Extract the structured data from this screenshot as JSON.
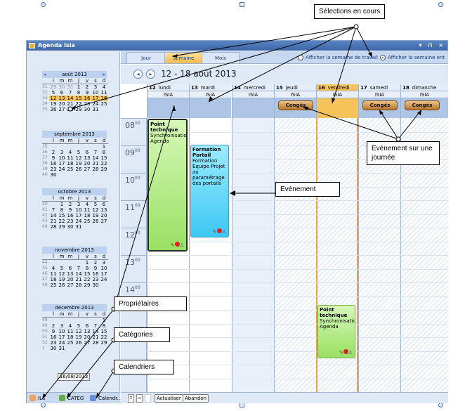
{
  "window": {
    "title": "Agenda Isia",
    "controls": "▾ ⊓ ×"
  },
  "months": [
    {
      "name": "août 2013",
      "weekdays": [
        "l",
        "m",
        "m",
        "j",
        "v",
        "s",
        "d"
      ],
      "rows": [
        {
          "w": "31",
          "d": [
            [
              "29",
              "g"
            ],
            [
              "30",
              "g"
            ],
            [
              "31",
              "g"
            ],
            [
              "1",
              ""
            ],
            [
              "2",
              ""
            ],
            [
              "3",
              ""
            ],
            [
              "4",
              ""
            ]
          ]
        },
        {
          "w": "32",
          "d": [
            [
              "5",
              ""
            ],
            [
              "6",
              ""
            ],
            [
              "7",
              ""
            ],
            [
              "8",
              ""
            ],
            [
              "9",
              ""
            ],
            [
              "10",
              ""
            ],
            [
              "11",
              ""
            ]
          ]
        },
        {
          "w": "33",
          "d": [
            [
              "12",
              "s"
            ],
            [
              "13",
              "s"
            ],
            [
              "14",
              "s"
            ],
            [
              "15",
              "s"
            ],
            [
              "16",
              "s"
            ],
            [
              "17",
              "s"
            ],
            [
              "18",
              "s"
            ]
          ]
        },
        {
          "w": "34",
          "d": [
            [
              "19",
              ""
            ],
            [
              "20",
              ""
            ],
            [
              "21",
              ""
            ],
            [
              "22",
              ""
            ],
            [
              "23",
              ""
            ],
            [
              "24",
              ""
            ],
            [
              "25",
              ""
            ]
          ]
        },
        {
          "w": "35",
          "d": [
            [
              "26",
              ""
            ],
            [
              "27",
              ""
            ],
            [
              "28",
              ""
            ],
            [
              "29",
              ""
            ],
            [
              "30",
              ""
            ],
            [
              "31",
              ""
            ],
            [
              "",
              ""
            ]
          ]
        }
      ]
    },
    {
      "name": "septembre 2013",
      "weekdays": [
        "l",
        "m",
        "m",
        "j",
        "v",
        "s",
        "d"
      ],
      "rows": [
        {
          "w": "35",
          "d": [
            [
              "",
              ""
            ],
            [
              "",
              ""
            ],
            [
              "",
              ""
            ],
            [
              "",
              ""
            ],
            [
              "",
              ""
            ],
            [
              "",
              ""
            ],
            [
              "1",
              ""
            ]
          ]
        },
        {
          "w": "36",
          "d": [
            [
              "2",
              ""
            ],
            [
              "3",
              ""
            ],
            [
              "4",
              ""
            ],
            [
              "5",
              ""
            ],
            [
              "6",
              ""
            ],
            [
              "7",
              ""
            ],
            [
              "8",
              ""
            ]
          ]
        },
        {
          "w": "37",
          "d": [
            [
              "9",
              ""
            ],
            [
              "10",
              ""
            ],
            [
              "11",
              ""
            ],
            [
              "12",
              ""
            ],
            [
              "13",
              ""
            ],
            [
              "14",
              ""
            ],
            [
              "15",
              ""
            ]
          ]
        },
        {
          "w": "38",
          "d": [
            [
              "16",
              ""
            ],
            [
              "17",
              ""
            ],
            [
              "18",
              ""
            ],
            [
              "19",
              ""
            ],
            [
              "20",
              ""
            ],
            [
              "21",
              ""
            ],
            [
              "22",
              ""
            ]
          ]
        },
        {
          "w": "39",
          "d": [
            [
              "23",
              ""
            ],
            [
              "24",
              ""
            ],
            [
              "25",
              ""
            ],
            [
              "26",
              ""
            ],
            [
              "27",
              ""
            ],
            [
              "28",
              ""
            ],
            [
              "29",
              ""
            ]
          ]
        },
        {
          "w": "40",
          "d": [
            [
              "30",
              ""
            ],
            [
              "",
              ""
            ],
            [
              "",
              ""
            ],
            [
              "",
              ""
            ],
            [
              "",
              ""
            ],
            [
              "",
              ""
            ],
            [
              "",
              ""
            ]
          ]
        }
      ]
    },
    {
      "name": "octobre 2013",
      "weekdays": [
        "l",
        "m",
        "m",
        "j",
        "v",
        "s",
        "d"
      ],
      "rows": [
        {
          "w": "40",
          "d": [
            [
              "",
              ""
            ],
            [
              "1",
              ""
            ],
            [
              "2",
              ""
            ],
            [
              "3",
              ""
            ],
            [
              "4",
              ""
            ],
            [
              "5",
              ""
            ],
            [
              "6",
              ""
            ]
          ]
        },
        {
          "w": "41",
          "d": [
            [
              "7",
              ""
            ],
            [
              "8",
              ""
            ],
            [
              "9",
              ""
            ],
            [
              "10",
              ""
            ],
            [
              "11",
              ""
            ],
            [
              "12",
              ""
            ],
            [
              "13",
              ""
            ]
          ]
        },
        {
          "w": "42",
          "d": [
            [
              "14",
              ""
            ],
            [
              "15",
              ""
            ],
            [
              "16",
              ""
            ],
            [
              "17",
              ""
            ],
            [
              "18",
              ""
            ],
            [
              "19",
              ""
            ],
            [
              "20",
              ""
            ]
          ]
        },
        {
          "w": "43",
          "d": [
            [
              "21",
              ""
            ],
            [
              "22",
              ""
            ],
            [
              "23",
              ""
            ],
            [
              "24",
              ""
            ],
            [
              "25",
              ""
            ],
            [
              "26",
              ""
            ],
            [
              "27",
              ""
            ]
          ]
        },
        {
          "w": "44",
          "d": [
            [
              "28",
              ""
            ],
            [
              "29",
              ""
            ],
            [
              "30",
              ""
            ],
            [
              "31",
              ""
            ],
            [
              "",
              ""
            ],
            [
              "",
              ""
            ],
            [
              "",
              ""
            ]
          ]
        }
      ]
    },
    {
      "name": "novembre 2013",
      "weekdays": [
        "l",
        "m",
        "m",
        "j",
        "v",
        "s",
        "d"
      ],
      "rows": [
        {
          "w": "44",
          "d": [
            [
              "",
              ""
            ],
            [
              "",
              ""
            ],
            [
              "",
              ""
            ],
            [
              "",
              ""
            ],
            [
              "1",
              ""
            ],
            [
              "2",
              ""
            ],
            [
              "3",
              ""
            ]
          ]
        },
        {
          "w": "45",
          "d": [
            [
              "4",
              ""
            ],
            [
              "5",
              ""
            ],
            [
              "6",
              ""
            ],
            [
              "7",
              ""
            ],
            [
              "8",
              ""
            ],
            [
              "9",
              ""
            ],
            [
              "10",
              ""
            ]
          ]
        },
        {
          "w": "46",
          "d": [
            [
              "11",
              ""
            ],
            [
              "12",
              ""
            ],
            [
              "13",
              ""
            ],
            [
              "14",
              ""
            ],
            [
              "15",
              ""
            ],
            [
              "16",
              ""
            ],
            [
              "17",
              ""
            ]
          ]
        },
        {
          "w": "47",
          "d": [
            [
              "18",
              ""
            ],
            [
              "19",
              ""
            ],
            [
              "20",
              ""
            ],
            [
              "21",
              ""
            ],
            [
              "22",
              ""
            ],
            [
              "23",
              ""
            ],
            [
              "24",
              ""
            ]
          ]
        },
        {
          "w": "48",
          "d": [
            [
              "25",
              ""
            ],
            [
              "26",
              ""
            ],
            [
              "27",
              ""
            ],
            [
              "28",
              ""
            ],
            [
              "29",
              ""
            ],
            [
              "30",
              ""
            ],
            [
              "",
              ""
            ]
          ]
        }
      ]
    },
    {
      "name": "décembre 2013",
      "weekdays": [
        "l",
        "m",
        "m",
        "j",
        "v",
        "s",
        "d"
      ],
      "rows": [
        {
          "w": "48",
          "d": [
            [
              "",
              ""
            ],
            [
              "",
              ""
            ],
            [
              "",
              ""
            ],
            [
              "",
              ""
            ],
            [
              "",
              ""
            ],
            [
              "",
              ""
            ],
            [
              "1",
              ""
            ]
          ]
        },
        {
          "w": "49",
          "d": [
            [
              "2",
              ""
            ],
            [
              "3",
              ""
            ],
            [
              "4",
              ""
            ],
            [
              "5",
              ""
            ],
            [
              "6",
              ""
            ],
            [
              "7",
              ""
            ],
            [
              "8",
              ""
            ]
          ]
        },
        {
          "w": "50",
          "d": [
            [
              "9",
              ""
            ],
            [
              "10",
              ""
            ],
            [
              "11",
              ""
            ],
            [
              "12",
              ""
            ],
            [
              "13",
              ""
            ],
            [
              "14",
              ""
            ],
            [
              "15",
              ""
            ]
          ]
        },
        {
          "w": "51",
          "d": [
            [
              "16",
              ""
            ],
            [
              "17",
              ""
            ],
            [
              "18",
              ""
            ],
            [
              "19",
              ""
            ],
            [
              "20",
              ""
            ],
            [
              "21",
              ""
            ],
            [
              "22",
              ""
            ]
          ]
        },
        {
          "w": "52",
          "d": [
            [
              "23",
              ""
            ],
            [
              "24",
              ""
            ],
            [
              "25",
              ""
            ],
            [
              "26",
              ""
            ],
            [
              "27",
              ""
            ],
            [
              "28",
              ""
            ],
            [
              "29",
              ""
            ]
          ]
        },
        {
          "w": "1",
          "d": [
            [
              "30",
              ""
            ],
            [
              "31",
              ""
            ],
            [
              "",
              ""
            ],
            [
              "",
              ""
            ],
            [
              "",
              ""
            ],
            [
              "",
              ""
            ],
            [
              "",
              ""
            ]
          ]
        }
      ]
    }
  ],
  "today_button": "16/08/2013",
  "left_tabs": [
    "ILS",
    "CATEG",
    "Calendr..."
  ],
  "view_tabs": [
    "Jour",
    "Semaine",
    "Mois"
  ],
  "radios": {
    "work_week": "Afficher la semaine de travail",
    "full_week": "Afficher la semaine ent"
  },
  "range_title": "12 - 18 août 2013",
  "days": [
    {
      "num": "12",
      "name": "lundi",
      "owner": "ISIA",
      "conge": ""
    },
    {
      "num": "13",
      "name": "mardi",
      "owner": "ISIA",
      "conge": ""
    },
    {
      "num": "14",
      "name": "mercredi",
      "owner": "ISIA",
      "conge": ""
    },
    {
      "num": "15",
      "name": "jeudi",
      "owner": "ISIA",
      "conge": "Congés"
    },
    {
      "num": "16",
      "name": "vendredi",
      "owner": "ISIA",
      "conge": ""
    },
    {
      "num": "17",
      "name": "samedi",
      "owner": "ISIA",
      "conge": "Congés"
    },
    {
      "num": "18",
      "name": "dimanche",
      "owner": "ISIA",
      "conge": "Congés"
    }
  ],
  "hours": [
    {
      "h": "08",
      "m": "00"
    },
    {
      "h": "09",
      "m": "00"
    },
    {
      "h": "10",
      "m": "00"
    },
    {
      "h": "11",
      "m": "00"
    },
    {
      "h": "12",
      "m": "00"
    },
    {
      "h": "13",
      "m": "00"
    },
    {
      "h": "14",
      "m": "00"
    }
  ],
  "events": {
    "e1": {
      "title": "Point technique",
      "body": "Synchronisation Agenda"
    },
    "e2": {
      "title": "Formation Portail",
      "body": "Formation Equipe Projet au paramétrage des portails"
    },
    "e3": {
      "title": "Point technique",
      "body": "Synchronisation Agenda"
    }
  },
  "bottom_buttons": {
    "actualiser": "Actualiser",
    "abandon": "Abandon"
  },
  "callouts": {
    "selections": "Sélections en cours",
    "evenement_journee": "Evénement sur une journée",
    "evenement": "Evénement",
    "proprietaires": "Propriétaires",
    "categories": "Catégories",
    "calendriers": "Calendriers"
  },
  "colors": {
    "accent": "#f5b94c",
    "event_green": "#9ae064",
    "event_blue": "#3cc8f4",
    "conge": "#c98a3e"
  }
}
